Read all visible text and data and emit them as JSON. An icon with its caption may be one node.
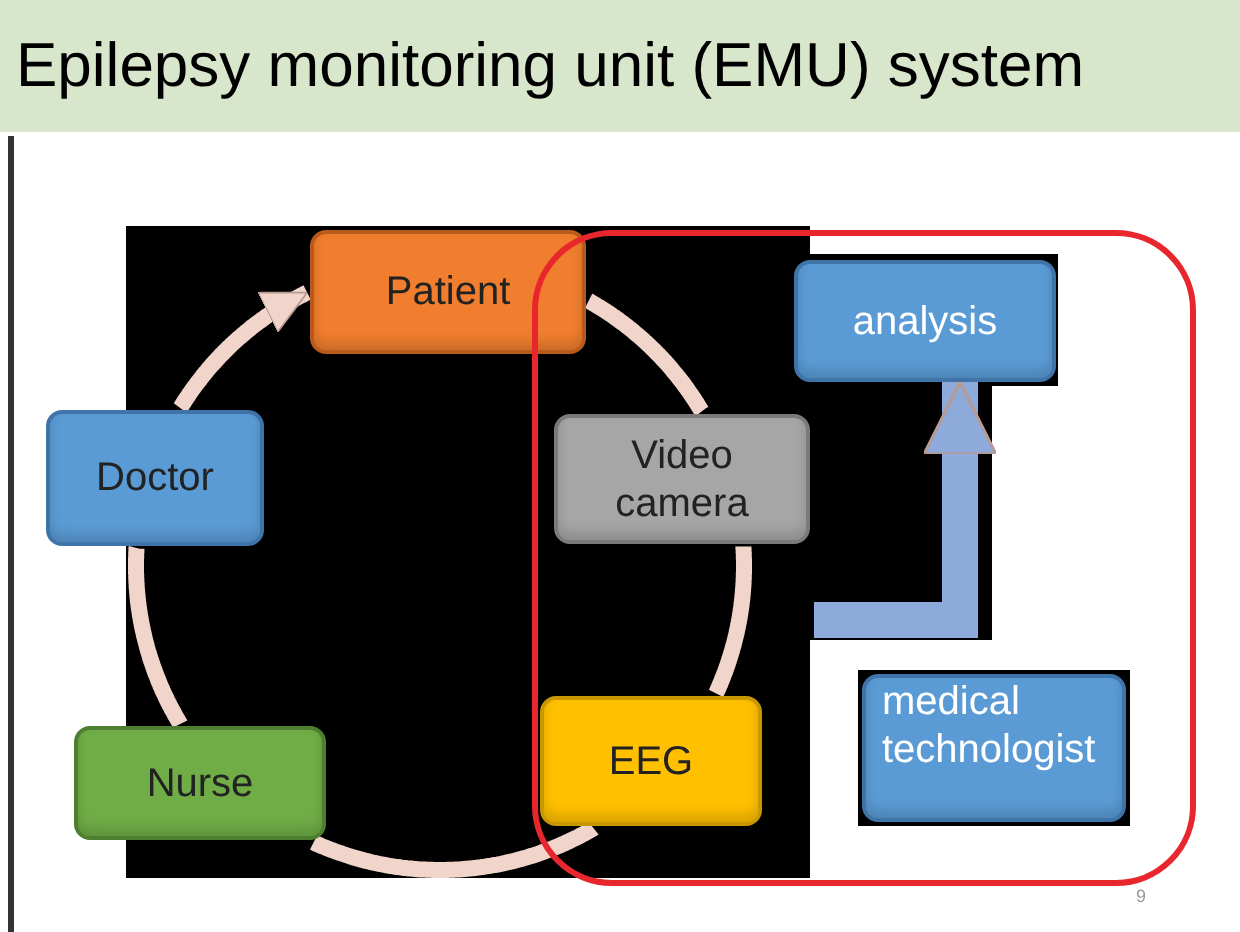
{
  "diagram": {
    "title": "Epilepsy monitoring unit (EMU) system",
    "nodes": [
      {
        "text": [
          "Patient"
        ]
      },
      {
        "text": [
          "Doctor"
        ]
      },
      {
        "text": [],
        "shape": "box"
      },
      {
        "text": [
          "Video camera"
        ],
        "in": 2
      },
      {
        "text": [
          "analysis"
        ],
        "in": 2
      },
      {
        "text": [
          "EEG"
        ],
        "in": 2
      },
      {
        "text": [
          "medical technologist"
        ],
        "in": 2
      },
      {
        "text": [
          "Nurse"
        ]
      }
    ],
    "edges": [
      {
        "from": 0,
        "to": 3,
        "arrow": "none"
      },
      {
        "from": 3,
        "to": 5,
        "arrow": "none"
      },
      {
        "from": 5,
        "to": 7,
        "arrow": "none"
      },
      {
        "from": 7,
        "to": 1,
        "arrow": "none"
      },
      {
        "from": 1,
        "to": 0,
        "arrow": "to"
      },
      {
        "from": null,
        "to": 4,
        "arrow": "to",
        "style": "thick",
        "color": "#8eaadb"
      }
    ],
    "labels": [
      "9"
    ]
  }
}
